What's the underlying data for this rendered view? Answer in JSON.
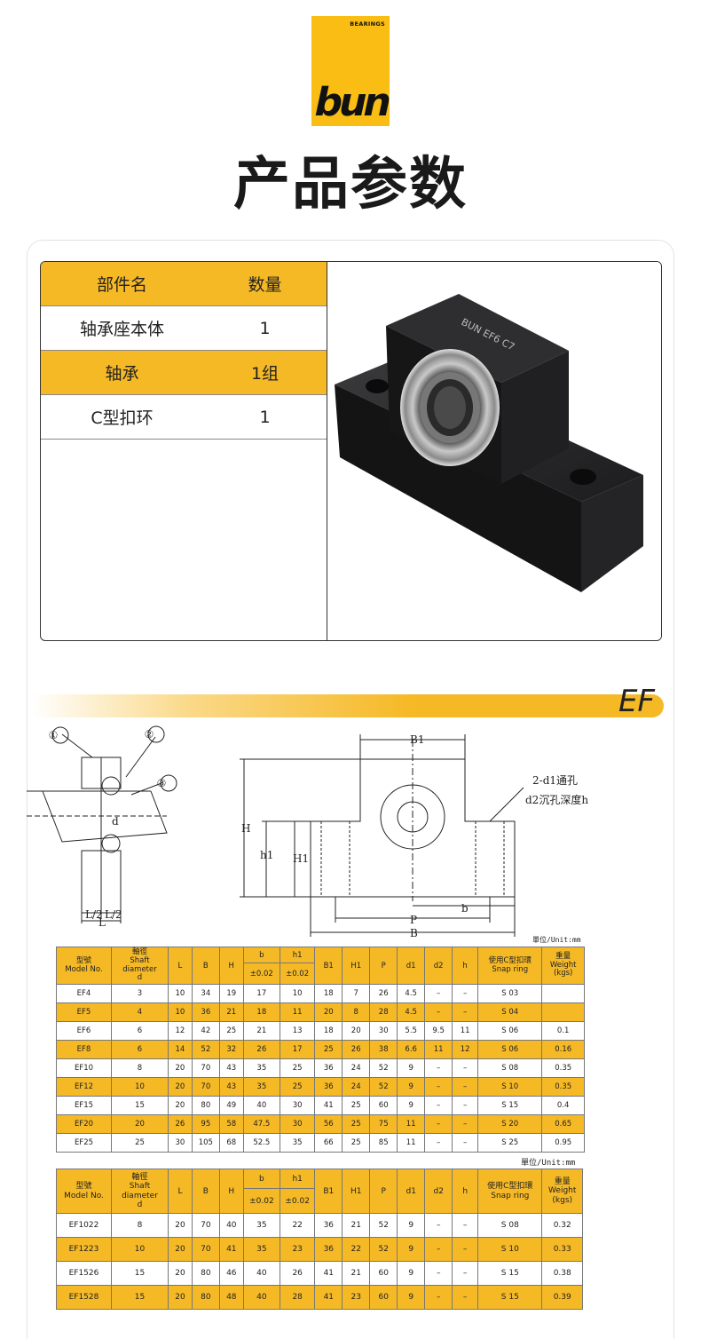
{
  "logo": {
    "top_text": "BEARINGS",
    "brand": "bun"
  },
  "page_title": "产品参数",
  "parts_table": {
    "headers": [
      "部件名",
      "数量"
    ],
    "rows": [
      {
        "name": "轴承座本体",
        "qty": "1"
      },
      {
        "name": "轴承",
        "qty": "1组"
      },
      {
        "name": "C型扣环",
        "qty": "1"
      }
    ]
  },
  "product_image": {
    "engraving": "BUN EF6 C7"
  },
  "section_label": "EF",
  "drawing": {
    "callouts": [
      "①",
      "②",
      "③"
    ],
    "dims": [
      "B1",
      "H",
      "h1",
      "H1",
      "b",
      "P",
      "B",
      "d",
      "L/2",
      "L/2",
      "L"
    ],
    "note_1": "2-d1通孔",
    "note_2": "d2沉孔深度h"
  },
  "table1": {
    "unit": "單位/Unit:mm",
    "headers": {
      "model": [
        "型號",
        "Model No."
      ],
      "shaft": [
        "軸徑",
        "Shaft",
        "diameter",
        "d"
      ],
      "L": "L",
      "B": "B",
      "H": "H",
      "b": "b",
      "b_tol": "±0.02",
      "h1": "h1",
      "h1_tol": "±0.02",
      "B1": "B1",
      "H1": "H1",
      "P": "P",
      "d1": "d1",
      "d2": "d2",
      "h": "h",
      "snap": [
        "使用C型扣環",
        "Snap ring"
      ],
      "weight": [
        "重量",
        "Weight",
        "(kgs)"
      ]
    },
    "rows": [
      [
        "EF4",
        "3",
        "10",
        "34",
        "19",
        "17",
        "10",
        "18",
        "7",
        "26",
        "4.5",
        "–",
        "–",
        "S 03",
        ""
      ],
      [
        "EF5",
        "4",
        "10",
        "36",
        "21",
        "18",
        "11",
        "20",
        "8",
        "28",
        "4.5",
        "–",
        "–",
        "S 04",
        ""
      ],
      [
        "EF6",
        "6",
        "12",
        "42",
        "25",
        "21",
        "13",
        "18",
        "20",
        "30",
        "5.5",
        "9.5",
        "11",
        "S 06",
        "0.1"
      ],
      [
        "EF8",
        "6",
        "14",
        "52",
        "32",
        "26",
        "17",
        "25",
        "26",
        "38",
        "6.6",
        "11",
        "12",
        "S 06",
        "0.16"
      ],
      [
        "EF10",
        "8",
        "20",
        "70",
        "43",
        "35",
        "25",
        "36",
        "24",
        "52",
        "9",
        "–",
        "–",
        "S 08",
        "0.35"
      ],
      [
        "EF12",
        "10",
        "20",
        "70",
        "43",
        "35",
        "25",
        "36",
        "24",
        "52",
        "9",
        "–",
        "–",
        "S 10",
        "0.35"
      ],
      [
        "EF15",
        "15",
        "20",
        "80",
        "49",
        "40",
        "30",
        "41",
        "25",
        "60",
        "9",
        "–",
        "–",
        "S 15",
        "0.4"
      ],
      [
        "EF20",
        "20",
        "26",
        "95",
        "58",
        "47.5",
        "30",
        "56",
        "25",
        "75",
        "11",
        "–",
        "–",
        "S 20",
        "0.65"
      ],
      [
        "EF25",
        "25",
        "30",
        "105",
        "68",
        "52.5",
        "35",
        "66",
        "25",
        "85",
        "11",
        "–",
        "–",
        "S 25",
        "0.95"
      ]
    ]
  },
  "table2": {
    "unit": "單位/Unit:mm",
    "rows": [
      [
        "EF1022",
        "8",
        "20",
        "70",
        "40",
        "35",
        "22",
        "36",
        "21",
        "52",
        "9",
        "–",
        "–",
        "S 08",
        "0.32"
      ],
      [
        "EF1223",
        "10",
        "20",
        "70",
        "41",
        "35",
        "23",
        "36",
        "22",
        "52",
        "9",
        "–",
        "–",
        "S 10",
        "0.33"
      ],
      [
        "EF1526",
        "15",
        "20",
        "80",
        "46",
        "40",
        "26",
        "41",
        "21",
        "60",
        "9",
        "–",
        "–",
        "S 15",
        "0.38"
      ],
      [
        "EF1528",
        "15",
        "20",
        "80",
        "48",
        "40",
        "28",
        "41",
        "23",
        "60",
        "9",
        "–",
        "–",
        "S 15",
        "0.39"
      ]
    ]
  }
}
